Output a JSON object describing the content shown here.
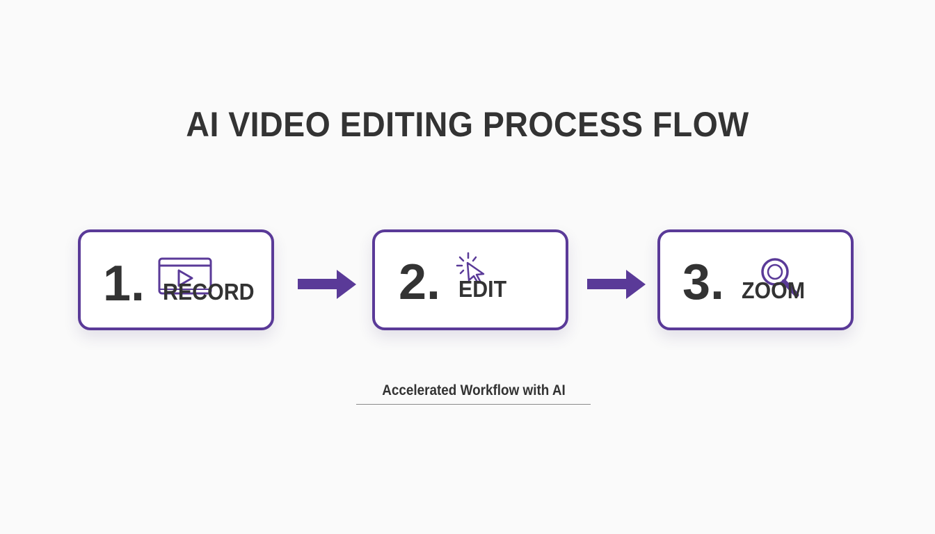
{
  "title": "AI VIDEO EDITING PROCESS FLOW",
  "steps": [
    {
      "number": "1.",
      "label": "RECORD",
      "icon": "video-player-icon"
    },
    {
      "number": "2.",
      "label": "EDIT",
      "icon": "cursor-click-icon"
    },
    {
      "number": "3.",
      "label": "ZOOM",
      "icon": "magnifier-icon"
    }
  ],
  "caption": "Accelerated Workflow with AI",
  "colors": {
    "accent": "#5a3a98",
    "text": "#333333",
    "background": "#fafafa",
    "card": "#ffffff",
    "underline": "#8a8a8a"
  }
}
